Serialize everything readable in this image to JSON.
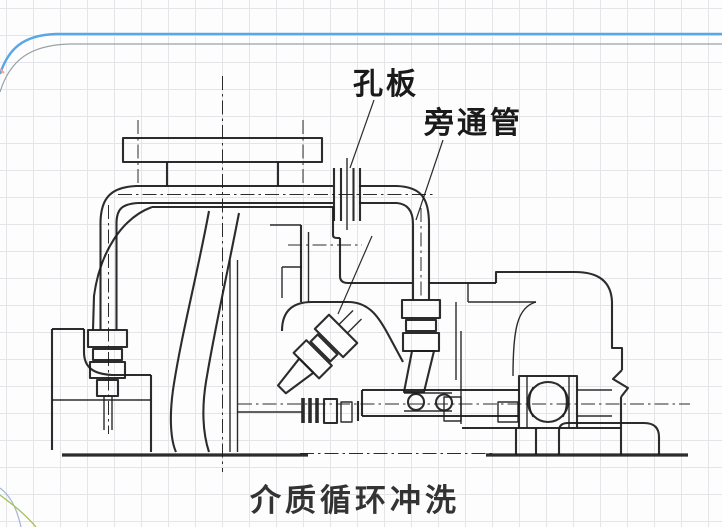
{
  "slide": {
    "caption": "介质循环冲洗",
    "labels": {
      "orifice_plate": "孔板",
      "bypass_pipe": "旁通管"
    },
    "colors": {
      "paper": "#fdfdfd",
      "grid_line": "#e4e5e8",
      "drawing_stroke": "#1c1c1c",
      "template_blue": "#5aa7e8",
      "template_gray": "#9aa2a8",
      "corner_blue": "#a0b4d8",
      "corner_green": "#a7c45a",
      "caption_color": "#333333"
    }
  }
}
